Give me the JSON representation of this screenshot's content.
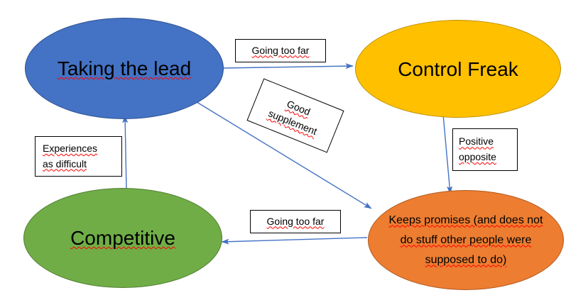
{
  "diagram": {
    "title": "Taking the lead / Control Freak / Competitive behaviour cycle",
    "background": "#ffffff",
    "arrow_color": "#4472C4",
    "nodes": [
      {
        "id": "taking-the-lead",
        "label": "Taking the lead",
        "color": "#4472C4",
        "border_color": "#2F528F",
        "shape": "ellipse"
      },
      {
        "id": "control-freak",
        "label": "Control Freak",
        "color": "#FFC000",
        "border_color": "#BF9000",
        "shape": "ellipse"
      },
      {
        "id": "competitive",
        "label": "Competitive",
        "color": "#70AD47",
        "border_color": "#507E32",
        "shape": "ellipse"
      },
      {
        "id": "keeps-promises",
        "label": "Keeps promises (and does not\ndo stuff other people were\nsupposed to do)",
        "color": "#ED7D31",
        "border_color": "#AE5A21",
        "shape": "ellipse"
      }
    ],
    "edge_labels": [
      {
        "id": "going-too-far-top",
        "text": "Going too far",
        "from": "taking-the-lead",
        "to": "control-freak",
        "rotation": 0
      },
      {
        "id": "good-supplement",
        "text": "Good\nsupplement",
        "from": "taking-the-lead",
        "to": "keeps-promises",
        "rotation": 22
      },
      {
        "id": "experiences-as-difficult",
        "text": "Experiences\nas difficult",
        "from": "competitive",
        "to": "taking-the-lead",
        "rotation": 0
      },
      {
        "id": "positive-opposite",
        "text": "Positive\nopposite",
        "from": "control-freak",
        "to": "keeps-promises",
        "rotation": 0
      },
      {
        "id": "going-too-far-bottom",
        "text": "Going too far",
        "from": "keeps-promises",
        "to": "competitive",
        "rotation": 0
      }
    ]
  }
}
